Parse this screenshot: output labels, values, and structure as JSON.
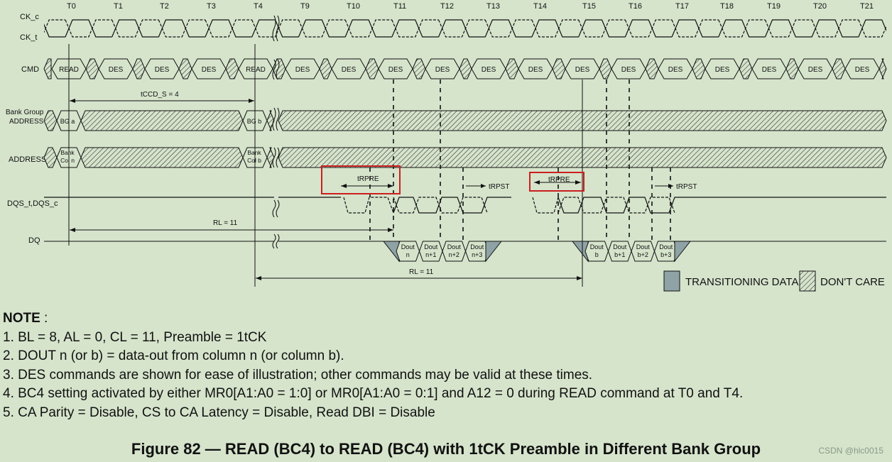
{
  "signals": {
    "ck_c": "CK_c",
    "ck_t": "CK_t",
    "cmd": "CMD",
    "bank_group_line1": "Bank Group",
    "bank_group_line2": "ADDRESS",
    "address": "ADDRESS",
    "dqs": "DQS_t,DQS_c",
    "dq": "DQ"
  },
  "ticks": [
    "T0",
    "T1",
    "T2",
    "T3",
    "T4",
    "T9",
    "T10",
    "T11",
    "T12",
    "T13",
    "T14",
    "T15",
    "T16",
    "T17",
    "T18",
    "T19",
    "T20",
    "T21"
  ],
  "commands": [
    "READ",
    "DES",
    "DES",
    "DES",
    "READ",
    "DES",
    "DES",
    "DES",
    "DES",
    "DES",
    "DES",
    "DES",
    "DES",
    "DES",
    "DES",
    "DES",
    "DES",
    "DES"
  ],
  "bank_group": {
    "first": "BG a",
    "second": "BG b"
  },
  "address": {
    "first": [
      "Bank",
      "Col n"
    ],
    "second": [
      "Bank",
      "Col b"
    ]
  },
  "timing": {
    "tccd": "tCCD_S = 4",
    "rl_top": "RL = 11",
    "rl_bottom": "RL = 11",
    "trpre": "tRPRE",
    "trpst": "tRPST"
  },
  "data_bursts": {
    "first": [
      [
        "Dout",
        "n"
      ],
      [
        "Dout",
        "n+1"
      ],
      [
        "Dout",
        "n+2"
      ],
      [
        "Dout",
        "n+3"
      ]
    ],
    "second": [
      [
        "Dout",
        "b"
      ],
      [
        "Dout",
        "b+1"
      ],
      [
        "Dout",
        "b+2"
      ],
      [
        "Dout",
        "b+3"
      ]
    ]
  },
  "legend": {
    "transitioning": "TRANSITIONING DATA",
    "dont_care": "DON'T CARE"
  },
  "colors": {
    "background": "#d6e4cc",
    "transition_fill": "#8fa3a6",
    "highlight_box": "#cc1f1f"
  },
  "notes": {
    "heading": "NOTE",
    "heading_suffix": " :",
    "items": [
      "1. BL = 8, AL = 0, CL = 11, Preamble = 1tCK",
      "2. DOUT n (or b) = data-out from column n (or column b).",
      "3. DES commands are shown for ease of illustration; other commands may be valid at these times.",
      "4. BC4 setting activated by either MR0[A1:A0 = 1:0] or MR0[A1:A0 = 0:1] and A12 = 0 during READ command at T0 and T4.",
      "5. CA Parity = Disable, CS to CA Latency = Disable, Read DBI = Disable"
    ]
  },
  "caption": "Figure 82 —  READ (BC4) to READ (BC4) with 1tCK Preamble in Different Bank Group",
  "watermark": "CSDN @hlc0015"
}
